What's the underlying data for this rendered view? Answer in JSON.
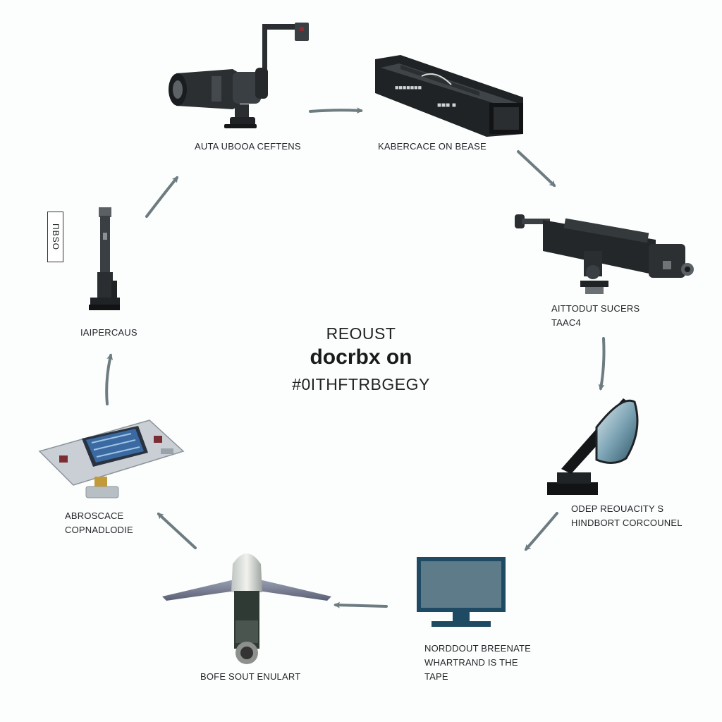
{
  "center": {
    "line1": "REOUST",
    "line2": "docrbx on",
    "line3": "#0ITHFTRBGEGY"
  },
  "side_tag": "ПВSO",
  "nodes": [
    {
      "label_lines": [
        "AUTA UBOOA CEFTENS"
      ],
      "icon": "camera-scope-icon"
    },
    {
      "label_lines": [
        "KABERCACE ON BEASE"
      ],
      "icon": "rail-case-icon"
    },
    {
      "label_lines": [
        "AITTODUT SUCERS",
        "TAAC4"
      ],
      "icon": "rifle-scope-icon"
    },
    {
      "label_lines": [
        "ODEP REOUACITY S",
        "HINDBORT CORCOUNEL"
      ],
      "icon": "satellite-dish-icon"
    },
    {
      "label_lines": [
        "NORDDOUT BREENATE",
        "WHARTRAND IS THE",
        "TAPE"
      ],
      "icon": "monitor-icon"
    },
    {
      "label_lines": [
        "BOFE SOUT ENULART"
      ],
      "icon": "missile-icon"
    },
    {
      "label_lines": [
        "ABROSCACE",
        "COPNADLODIE"
      ],
      "icon": "circuit-board-icon"
    },
    {
      "label_lines": [
        "IAIPERCAUS"
      ],
      "icon": "tripod-sensor-icon"
    }
  ],
  "colors": {
    "arrow": "#6d7c80",
    "dark": "#1f2326",
    "screen": "#5d7b89",
    "board": "#c9cfd4"
  }
}
